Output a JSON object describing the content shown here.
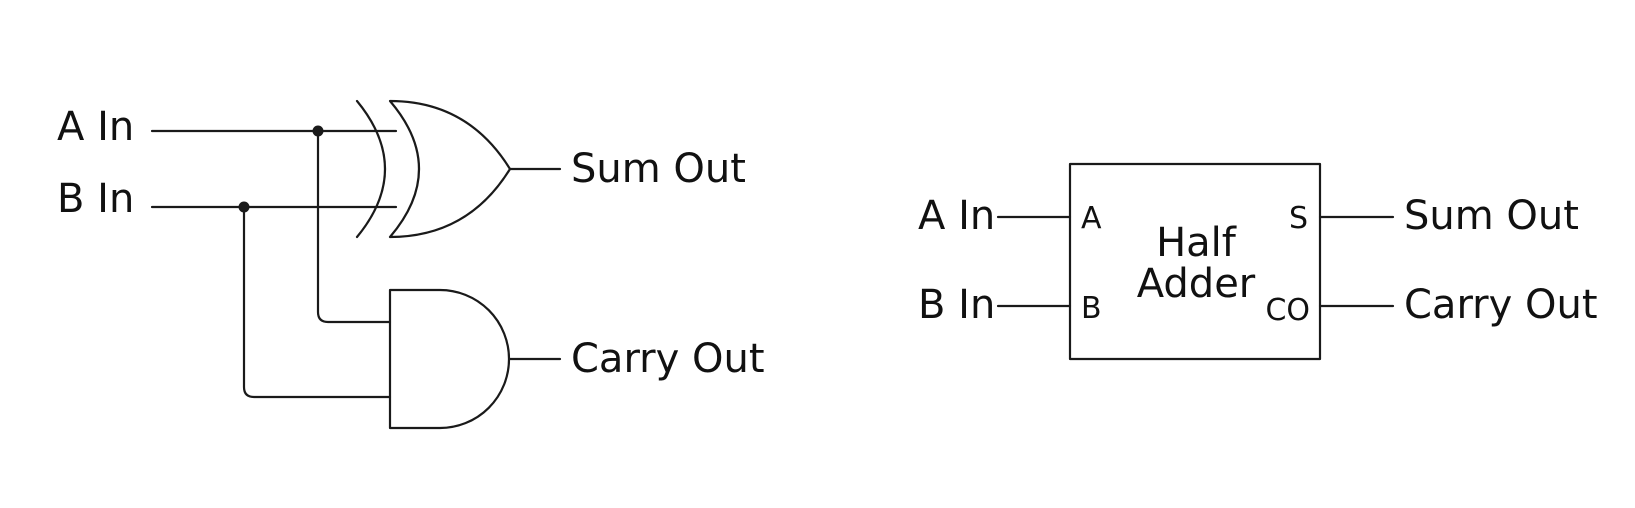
{
  "left_circuit": {
    "input_a": "A In",
    "input_b": "B In",
    "sum_output": "Sum Out",
    "carry_output": "Carry Out"
  },
  "right_block": {
    "input_a": "A In",
    "input_b": "B In",
    "sum_output": "Sum Out",
    "carry_output": "Carry Out",
    "block_title_line1": "Half",
    "block_title_line2": "Adder",
    "pin_a": "A",
    "pin_b": "B",
    "pin_s": "S",
    "pin_co": "CO"
  }
}
